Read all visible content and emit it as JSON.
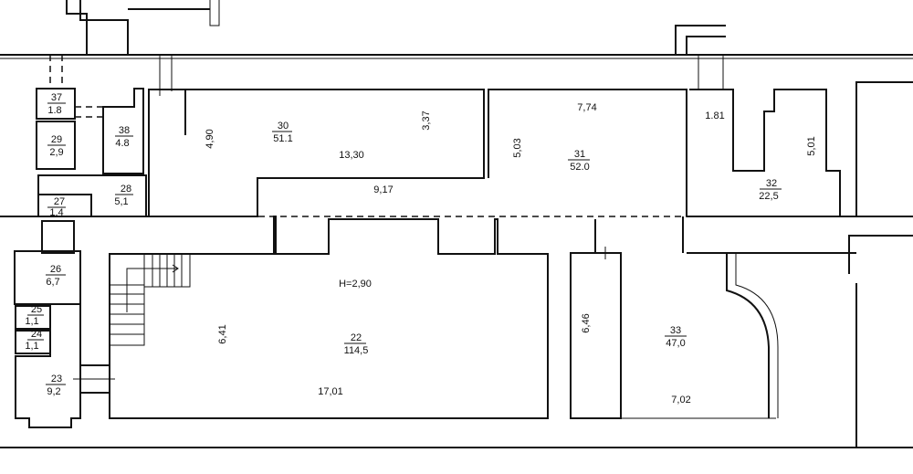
{
  "rooms": [
    {
      "number": "37",
      "area": "1.8"
    },
    {
      "number": "29",
      "area": "2,9"
    },
    {
      "number": "38",
      "area": "4.8"
    },
    {
      "number": "28",
      "area": "5,1"
    },
    {
      "number": "27",
      "area": "1.4"
    },
    {
      "number": "30",
      "area": "51.1"
    },
    {
      "number": "31",
      "area": "52.0"
    },
    {
      "number": "32",
      "area": "22,5"
    },
    {
      "number": "26",
      "area": "6,7"
    },
    {
      "number": "25",
      "area": "1,1"
    },
    {
      "number": "24",
      "area": "1,1"
    },
    {
      "number": "23",
      "area": "9,2"
    },
    {
      "number": "22",
      "area": "114,5"
    },
    {
      "number": "33",
      "area": "47,0"
    }
  ],
  "dimensions": {
    "d_490": "4,90",
    "d_1330": "13,30",
    "d_337": "3,37",
    "d_917": "9,17",
    "d_774": "7,74",
    "d_503": "5,03",
    "d_181": "1.81",
    "d_501": "5,01",
    "d_641": "6,41",
    "d_1701": "17,01",
    "d_646": "6,46",
    "d_702": "7,02"
  },
  "ceiling_height": "H=2,90"
}
